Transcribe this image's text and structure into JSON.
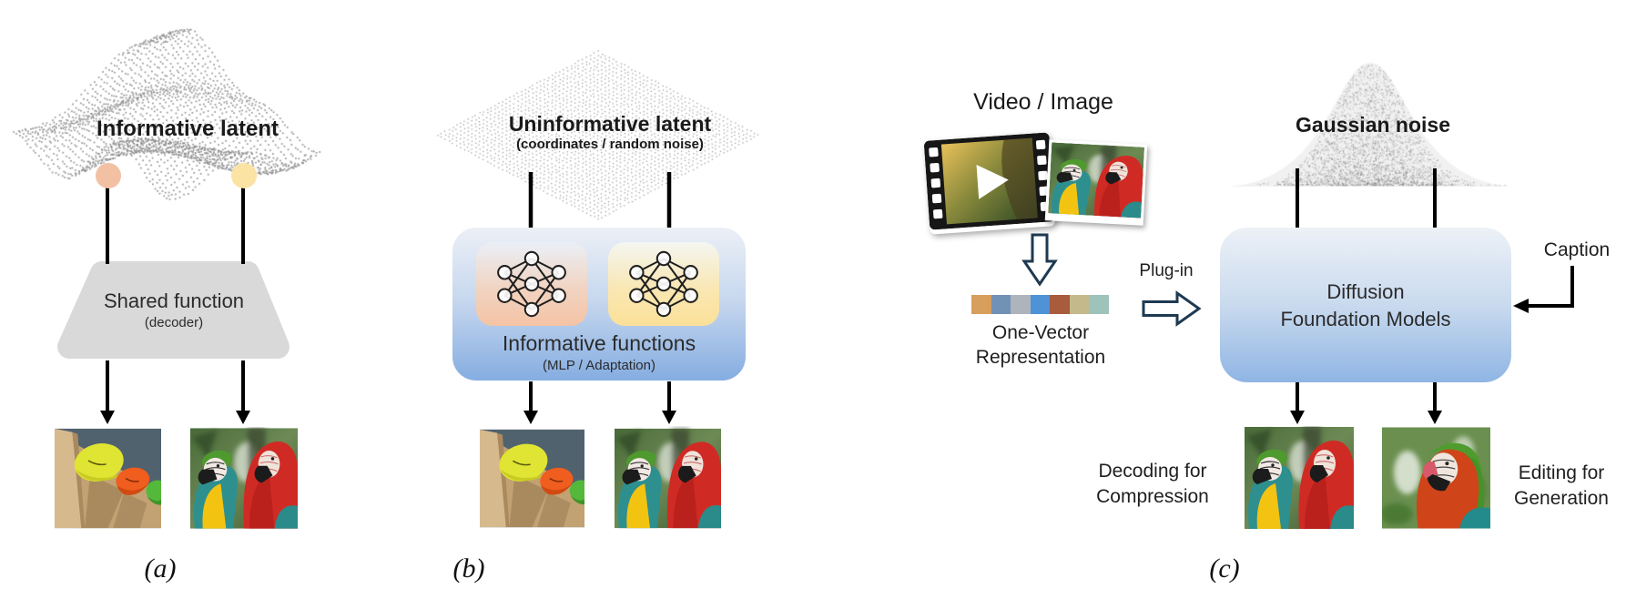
{
  "figure": {
    "panel_a": {
      "label": "(a)",
      "latent_title": "Informative latent",
      "latent_point_colors": {
        "left": "#F2C1A4",
        "right": "#FBE3A4"
      },
      "function_box": {
        "title": "Shared function",
        "subtitle": "(decoder)"
      }
    },
    "panel_b": {
      "label": "(b)",
      "latent_title": "Uninformative latent",
      "latent_subtitle": "(coordinates / random noise)",
      "function_box": {
        "title": "Informative functions",
        "subtitle": "(MLP / Adaptation)"
      }
    },
    "panel_c": {
      "label": "(c)",
      "input_title": "Video / Image",
      "plug_in_label": "Plug-in",
      "noise_title": "Gaussian noise",
      "one_vector": {
        "line1": "One-Vector",
        "line2": "Representation",
        "colors": [
          "#D79E5D",
          "#7191B5",
          "#AEB4BC",
          "#4E92D8",
          "#A85B3D",
          "#C4B98B",
          "#9DC3BB"
        ]
      },
      "model_box": {
        "line1": "Diffusion",
        "line2": "Foundation Models"
      },
      "caption_label": "Caption",
      "outputs": {
        "left": {
          "line1": "Decoding for",
          "line2": "Compression"
        },
        "right": {
          "line1": "Editing for",
          "line2": "Generation"
        }
      }
    },
    "colors": {
      "function_gray": "#D9D9D9",
      "box_blue_bottom": "#85ADE1",
      "hollow_arrow_outline": "#1E3A52",
      "pointcloud_gray": "#8A8A8A"
    }
  }
}
